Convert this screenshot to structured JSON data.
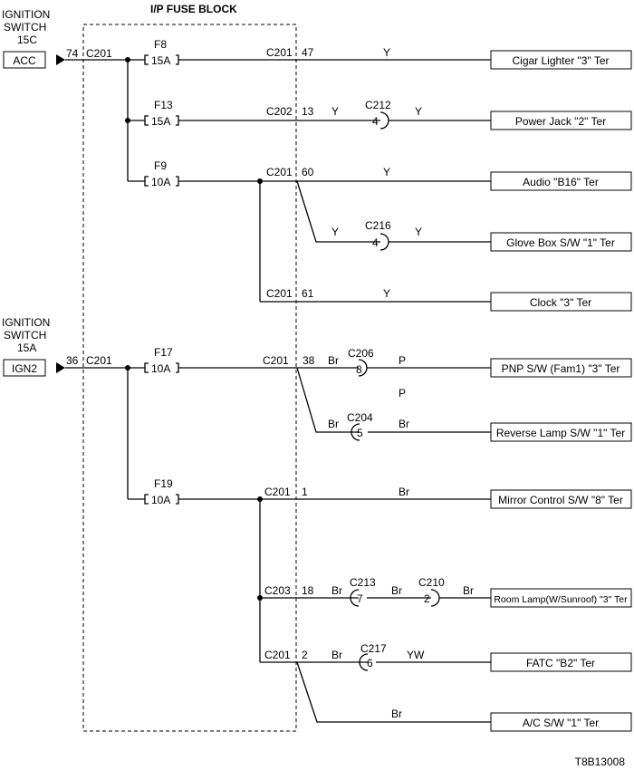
{
  "title": "I/P FUSE BLOCK",
  "figure_code": "T8B13008",
  "sources": [
    {
      "line1": "IGNITION",
      "line2": "SWITCH",
      "line3": "15C",
      "box": "ACC",
      "pin": "74",
      "conn": "C201"
    },
    {
      "line1": "IGNITION",
      "line2": "SWITCH",
      "line3": "15A",
      "box": "IGN2",
      "pin": "36",
      "conn": "C201"
    }
  ],
  "fuses": [
    {
      "name": "F8",
      "rating": "15A"
    },
    {
      "name": "F13",
      "rating": "15A"
    },
    {
      "name": "F9",
      "rating": "10A"
    },
    {
      "name": "F17",
      "rating": "10A"
    },
    {
      "name": "F19",
      "rating": "10A"
    }
  ],
  "circuits": [
    {
      "conn": "C201",
      "pin": "47",
      "wire": "Y",
      "dest": "Cigar Lighter \"3\" Ter"
    },
    {
      "conn": "C202",
      "pin": "13",
      "wire_a": "Y",
      "inline": "C212",
      "inline_pin": "4",
      "wire_b": "Y",
      "dest": "Power Jack \"2\" Ter"
    },
    {
      "conn": "C201",
      "pin": "60",
      "wire": "Y",
      "dest": "Audio \"B16\" Ter"
    },
    {
      "wire_a": "Y",
      "inline": "C216",
      "inline_pin": "4",
      "wire_b": "Y",
      "dest": "Glove Box S/W \"1\" Ter"
    },
    {
      "conn": "C201",
      "pin": "61",
      "wire": "Y",
      "dest": "Clock \"3\" Ter"
    },
    {
      "conn": "C201",
      "pin": "38",
      "wire_a": "Br",
      "inline": "C206",
      "inline_pin": "8",
      "wire_b": "P",
      "wire_c": "P",
      "dest": "PNP S/W (Fam1) \"3\" Ter"
    },
    {
      "wire_a": "Br",
      "inline": "C204",
      "inline_pin": "5",
      "wire_b": "Br",
      "dest": "Reverse Lamp S/W \"1\" Ter"
    },
    {
      "conn": "C201",
      "pin": "1",
      "wire": "Br",
      "dest": "Mirror Control S/W \"8\" Ter"
    },
    {
      "conn": "C203",
      "pin": "18",
      "wire_a": "Br",
      "inline": "C213",
      "inline_pin": "7",
      "wire_b": "Br",
      "inline2": "C210",
      "inline2_pin": "2",
      "wire_c": "Br",
      "dest": "Room Lamp(W/Sunroof) \"3\" Ter"
    },
    {
      "conn": "C201",
      "pin": "2",
      "wire_a": "Br",
      "inline": "C217",
      "inline_pin": "6",
      "wire_b": "YW",
      "dest": "FATC \"B2\" Ter"
    },
    {
      "wire": "Br",
      "dest": "A/C S/W \"1\" Ter"
    }
  ]
}
